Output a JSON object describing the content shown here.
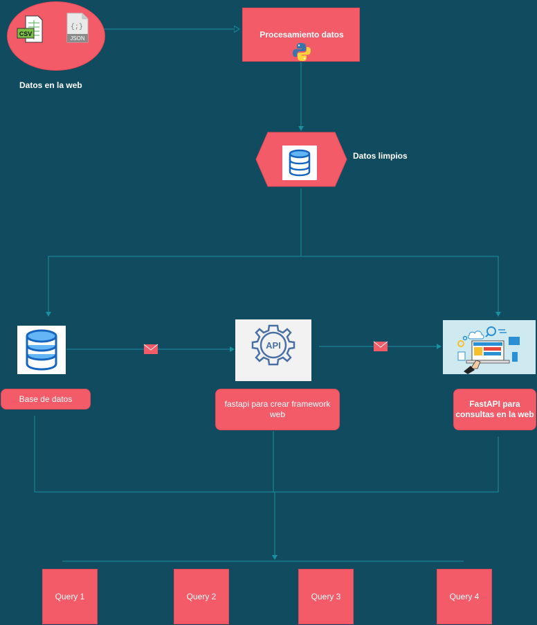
{
  "nodes": {
    "source_label": "Datos en la web",
    "source_icons": {
      "csv": "CSV",
      "json": "JSON",
      "json_glyph": "{;}"
    },
    "processing_title": "Procesamiento datos",
    "clean_data_label": "Datos limpios",
    "database_label": "Base de datos",
    "api_badge": "API",
    "fastapi_label": "fastapi para crear framework web",
    "web_label": "FastAPI para consultas en la web"
  },
  "queries": [
    "Query 1",
    "Query 2",
    "Query 3",
    "Query 4"
  ],
  "colors": {
    "background": "#114b5f",
    "node": "#f45b69",
    "edge": "#1a8fa0"
  },
  "icons": [
    "csv-file-icon",
    "json-file-icon",
    "python-icon",
    "database-icon",
    "api-gear-icon",
    "web-dashboard-icon",
    "envelope-icon"
  ]
}
